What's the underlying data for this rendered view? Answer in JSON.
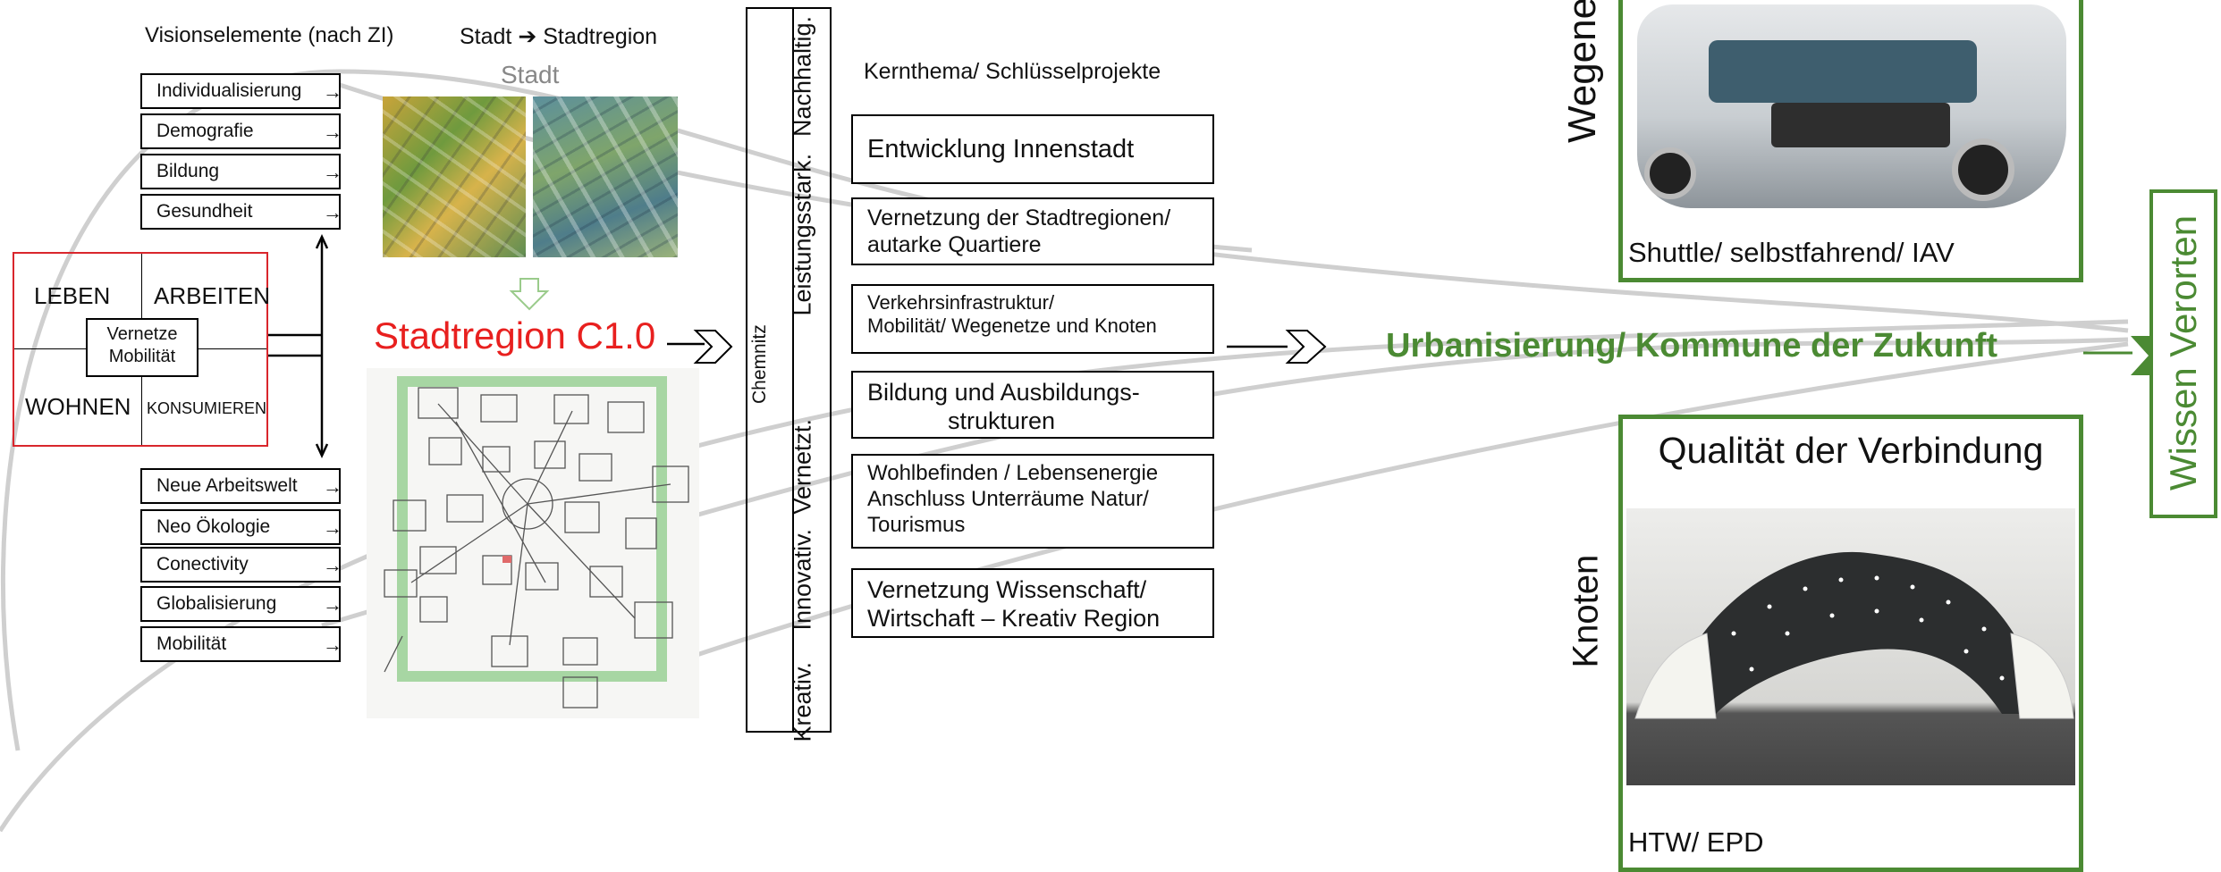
{
  "visionselemente": {
    "heading": "Visionselemente (nach ZI)",
    "items_top": [
      "Individualisierung",
      "Demografie",
      "Bildung",
      "Gesundheit"
    ],
    "items_bottom": [
      "Neue  Arbeitswelt",
      "Neo Ökologie",
      "Conectivity",
      "Globalisierung",
      "Mobilität"
    ],
    "arrow_glyph": "→"
  },
  "quadrant": {
    "top_left": "LEBEN",
    "top_right": "ARBEITEN",
    "bottom_left": "WOHNEN",
    "bottom_right": "KONSUMIEREN",
    "center_line1": "Vernetze",
    "center_line2": "Mobilität",
    "border_color": "#d9262c"
  },
  "stadt": {
    "heading": "Stadt ➔ Stadtregion",
    "map_label": "Stadt",
    "region_title": "Stadtregion C1.0",
    "region_title_color": "#e8201f"
  },
  "vertical_bar": {
    "segments": [
      "Kreativ.",
      "Innovativ.",
      "Vernetzt.",
      "Leistungsstark.",
      "Nachhaltig."
    ],
    "side_label": "Chemnitz"
  },
  "projects": {
    "heading": "Kernthema/ Schlüsselprojekte",
    "items": [
      {
        "line1": "Entwicklung Innenstadt",
        "line2": ""
      },
      {
        "line1": "Vernetzung der Stadtregionen/",
        "line2": "autarke Quartiere"
      },
      {
        "line1": "Verkehrsinfrastruktur/",
        "line2": "Mobilität/ Wegenetze und Knoten"
      },
      {
        "line1": "Bildung und Ausbildungs-",
        "line2": "strukturen"
      },
      {
        "line1": "Wohlbefinden / Lebensenergie",
        "line2": "Anschluss Unterräume Natur/",
        "line3": "Tourismus"
      },
      {
        "line1": "Vernetzung Wissenschaft/",
        "line2": "Wirtschaft – Kreativ Region"
      }
    ]
  },
  "center": {
    "main_title": "Urbanisierung/ Kommune der Zukunft",
    "color": "#4b8a33"
  },
  "right": {
    "wegenetz_label": "Wegenetz",
    "shuttle_caption": "Shuttle/ selbstfahrend/ IAV",
    "knoten_label": "Knoten",
    "verbindung_title": "Qualität der Verbindung",
    "htw_caption": "HTW/ EPD",
    "wissen_label": "Wissen Verorten",
    "frame_color": "#4b8a33"
  }
}
